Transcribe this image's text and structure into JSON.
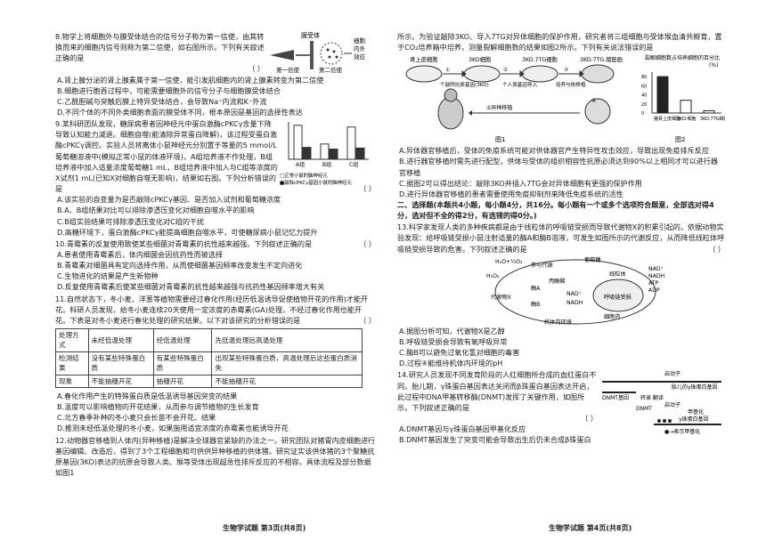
{
  "left": {
    "q8": {
      "stem": "8.物学上将细胞外与膜受体结合的信号分子称为第一信使，由其转换而来的细胞内信号则称为第二信使，如右图所示。下列有关叙述正确的是",
      "paren": "（    ）",
      "fig_labels": [
        "膜受体",
        "第一信使",
        "第二信使",
        "细胞内外效应"
      ],
      "options": [
        "A.肾上腺分泌的肾上腺素属于第一信使，能引发肌细胞内的肾上腺素转变为第二信使",
        "B.细胞进行胞吞过程中，可能需要细胞外的信号分子与细胞膜受体结合",
        "C.乙酰胆碱与突触后膜上特异受体结合，会导致Na⁺内流和K⁺外流",
        "D.不同个体的不同外类细胞表面的膜受体不同，根本原因是基因的选择性表达"
      ]
    },
    "q9": {
      "stem": "9.某科研团队发现，糖尿病患者因神经元中蛋白激酶cPKCγ含量下降导致认知能力减退。细胞自噬(能清除异常蛋白降解)，该过程受蛋白激酶cPKCγ调控。实验人员将离体小鼠神经元分别置于等量的5 mmol/L葡萄糖溶液中(模拟正常小鼠的体液环境)，A组培养液不作处理，B组培养液中加入适量浓度葡萄糖1 mL，B组培养液中加入与C组等浓度的X试剂1 mL(已知X对细胞自噬无影响)，结果如右图。下列分析错误的是",
      "paren": "（    ）",
      "chart_legend": [
        "□正常小鼠的脑神经元",
        "■敲除cPKCγ基因小鼠的脑神经元"
      ],
      "options": [
        "A.该实验的自变量为是否敲除cPKCγ基因、是否加入试剂和葡萄糖浓度",
        "B.A、B组结果对比可以排除渗透压变化对细胞自噬水平的影响",
        "C.B组实验结果可排除渗透压变化对C组的干扰",
        "D.高糖环境下，蛋白激酶cPKCγ能提高细胞自噬水平，可使糖尿病小鼠记忆力提升"
      ]
    },
    "q10": {
      "stem": "10.青霉素的反复使用致使某些细菌对青霉素的抗性越来越强。下列叙述正确的是",
      "paren": "（    ）",
      "options": [
        "A.患者使用青霉素后，体内细菌会因抗药性而被选择",
        "B.青霉素对细菌具有定向选择作用，从而使细菌基因频率改变发生不定向进化",
        "C.生物进化的结果是产生新物种",
        "D.反复使用青霉素后使某些细菌对青霉素的抗性越来越强与抗药性基因频率增大有关"
      ]
    },
    "q11": {
      "stem": "11.自然状态下，冬小麦、洋葱等植物需要经过春化作用(经历低温诱导促使植物开花的作用)才能开花。科研人员发现，给冬小麦连续20天使用一定浓度的赤霉素(GA)处理，不经过春化作用也能开花。下表是对冬小麦进行春化处理的研究结果。以下对该研究的分析错误的是",
      "paren": "（    ）",
      "table": {
        "headers": [
          "处理方式",
          "未经低温处理",
          "经低温处理",
          "先低温处理后高温处理"
        ],
        "rows": [
          [
            "检测结果",
            "没有某些特殊蛋白质",
            "有某些特殊蛋白质",
            "出现某些特殊蛋白质，高温处理后这些蛋白质消失"
          ],
          [
            "现象",
            "不能抽穗开花",
            "抽穗开花",
            "不能抽穗开花"
          ]
        ]
      },
      "options": [
        "A.春化作用产生的特殊蛋白质是低温诱导基因突变的结果",
        "B.温度可以影响植物的开花结果，从而参与调节植物的生长发育",
        "C.北方春季补种的冬小麦只会长苗不会开花、结果",
        "D.推测未经低温处理的冬小麦，如果施用适宜浓度的赤霉素也能诱导开花"
      ]
    },
    "q12": {
      "stem": "12.动物器官移植到人体内(异种移植)是解决全球器官紧缺的办法之一。研究团队对猪胃内皮细胞进行基因编辑、改造后，得到了3个工程细胞和可供供异种移植的供体猪。研究证实该供体猪的3个聚糖抗原基因(3KO)表达的抗原会导致人类、猴等受体出现超急性排斥反应的不相容。具体流程及部分数据如图1"
    },
    "footer": "生物学试题 第3页(共8页)"
  },
  "right": {
    "q12_cont": "所示。为验证敲除3KO、导入7TG对异体细胞的保护作用，研究者将三组细胞与受体猴血清共孵育，置于CO₂培养箱中培养，测量裂解细胞数的结果如图2所示。下列有关说法错误的是",
    "fig1_labels": [
      "肾上皮细胞",
      "3KO细胞",
      "3KO.7TG细胞",
      "3KO.7TG.猪胚胎",
      "3KO.7TG.猪",
      "①",
      "②",
      "③",
      "④",
      "⑤异种移植",
      "个敲除抗原基因(3KO)",
      "个人类基因导入",
      "培养与核移植"
    ],
    "fig2": {
      "title": "裂解细胞数占培养细胞的百分比",
      "unit": "(%)",
      "categories": [
        "猪肾上皮细胞",
        "3KO.细胞",
        "3KO.7TG细胞"
      ],
      "ylabel_ticks": [
        "0",
        "20",
        "40",
        "60",
        "80"
      ]
    },
    "fig_captions": [
      "图1",
      "图2"
    ],
    "q12_options": [
      "A.异体器官移植后，受体的免疫系统可能对供体器官产生特异性攻击效应，导致出现免疫排斥反应",
      "B.进行器官移植时需先进行配型，供体与受体的组织相容性抗原必须达到90%以上相同才可以进行器官移植",
      "C.据图2可以得出结论：敲除3KO并插入7TG会对异体细胞有更强的保护作用",
      "D.进行异体器官移植的患者需要使用免疫抑制剂来降低免疫系统的活性"
    ],
    "sec2": "二、选择题(本题共4小题，每小题4分，共16分。每小题有一个或多个选项符合题意，全部选对得4分，选对但不全的得2分，有选错的得0分。)",
    "q13": {
      "stem": "13.科学家发现人类的多种疾病都是由于线粒体的呼吸链受损而导致代谢物X的积累引起的。依据动物实验发现：给呼吸链受损小鼠注射适量的酶A和酶B溶液，可发生如图所示的代谢反应，从而降低线粒体呼吸链受损导致的危害。下列叙述正确的是",
      "paren": "（    ）",
      "fig_labels": [
        "H₂O+½O₂",
        "参与代谢",
        "H₂O₂",
        "丙酮酸",
        "代谢物X",
        "酶A",
        "酶B",
        "NAD⁺",
        "NADH",
        "呼吸链受损",
        "线粒体",
        "机体内环境",
        "细胞内",
        "溢出",
        "葡萄糖",
        "NAD⁺",
        "NADH",
        "ATP",
        "ADP"
      ],
      "options": [
        "A.据图分析可知，代谢物X是乙醇",
        "B.呼吸链受损会导致有氧呼吸异常",
        "C.酶B可以避免过氧化氢对细胞的毒害",
        "D.过程④能维持机体内环境的pH"
      ]
    },
    "q14": {
      "stem": "14.研究人员发现不同发育阶段的人红细胞所合成的血红蛋白不同。胎儿期，γ珠蛋白基因表达关闭而β珠蛋白基因表达开启，此过程中DNA甲基转移酶(DNMT)发挥了关键作用，如图所示。下列叙述正确的是",
      "paren": "（    ）",
      "fig_labels": [
        "启动子",
        "胎儿的γ珠蛋白基因",
        "DNMT基因",
        "转录 翻译",
        "DNMT",
        "启动子",
        "甲基化",
        "γ珠蛋白基因",
        "●→表示甲基化"
      ],
      "options": [
        "A.DNMT基因与γ珠蛋白基因甲基化反应",
        "B.DNMT基因发生了突变可能会导致出生后仍未合成β珠蛋白"
      ]
    },
    "footer": "生物学试题 第4页(共8页)"
  },
  "chart_data": [
    {
      "type": "bar",
      "title": "",
      "categories": [
        "A组",
        "B组",
        "C组"
      ],
      "series": [
        {
          "name": "□正常小鼠的脑神经元",
          "values": [
            100,
            45,
            95
          ]
        },
        {
          "name": "■敲除cPKCγ基因小鼠的脑神经元",
          "values": [
            35,
            30,
            33
          ]
        }
      ],
      "ylabel": "",
      "ylim": [
        0,
        110
      ]
    },
    {
      "type": "bar",
      "title": "裂解细胞数占培养细胞的百分比(%)",
      "categories": [
        "猪肾上皮细胞",
        "3KO.细胞",
        "3KO.7TG细胞"
      ],
      "values": [
        80,
        28,
        5
      ],
      "ylim": [
        0,
        90
      ]
    }
  ]
}
